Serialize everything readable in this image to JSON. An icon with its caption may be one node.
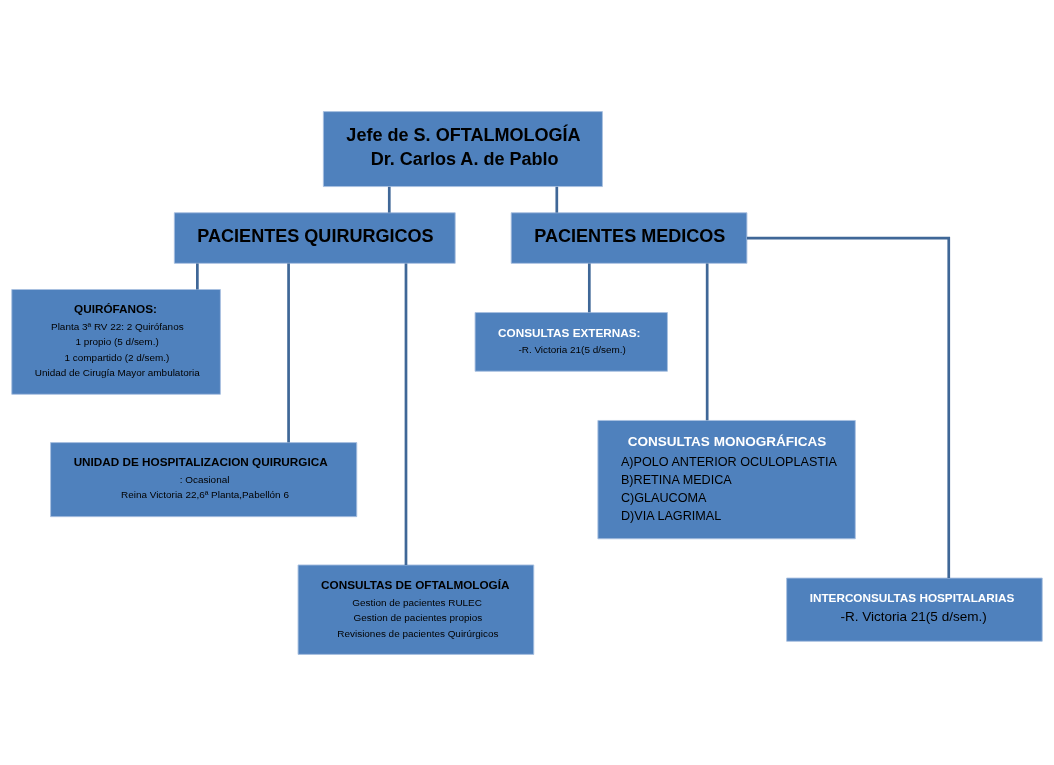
{
  "diagram": {
    "nodes": [
      {
        "text": [
          "Jefe de S. OFTALMOLOGÍA",
          "Dr. Carlos A. de Pablo"
        ]
      },
      {
        "text": [
          "PACIENTES QUIRURGICOS"
        ]
      },
      {
        "text": [
          "PACIENTES MEDICOS"
        ]
      },
      {
        "text": [
          "QUIRÓFANOS:",
          "Planta 3ª RV 22: 2 Quirófanos",
          "1 propio (5 d/sem.)",
          "1 compartido (2 d/sem.)",
          "Unidad de Cirugía Mayor ambulatoria"
        ]
      },
      {
        "text": [
          "UNIDAD DE HOSPITALIZACION QUIRURGICA",
          ": Ocasional",
          "Reina Victoria 22,6ª Planta,Pabellón 6"
        ]
      },
      {
        "text": [
          "CONSULTAS DE OFTALMOLOGÍA",
          "Gestion de pacientes RULEC",
          "Gestion de pacientes propios",
          "Revisiones de pacientes Quirúrgicos"
        ]
      },
      {
        "text": [
          "CONSULTAS EXTERNAS:",
          "-R. Victoria 21(5 d/sem.)"
        ]
      },
      {
        "text": [
          "CONSULTAS MONOGRÁFICAS",
          "A)POLO ANTERIOR OCULOPLASTIA",
          "B)RETINA MEDICA",
          "C)GLAUCOMA",
          "D)VIA LAGRIMAL"
        ]
      },
      {
        "text": [
          "INTERCONSULTAS HOSPITALARIAS",
          "-R. Victoria 21(5 d/sem.)"
        ]
      }
    ],
    "edges": [
      {
        "from": 0,
        "to": 1,
        "arrow": "none"
      },
      {
        "from": 0,
        "to": 2,
        "arrow": "none"
      },
      {
        "from": 1,
        "to": 3,
        "arrow": "none"
      },
      {
        "from": 1,
        "to": 4,
        "arrow": "none"
      },
      {
        "from": 1,
        "to": 5,
        "arrow": "none"
      },
      {
        "from": 2,
        "to": 6,
        "arrow": "none"
      },
      {
        "from": 2,
        "to": 7,
        "arrow": "none"
      },
      {
        "from": 2,
        "to": 8,
        "arrow": "none"
      }
    ]
  }
}
